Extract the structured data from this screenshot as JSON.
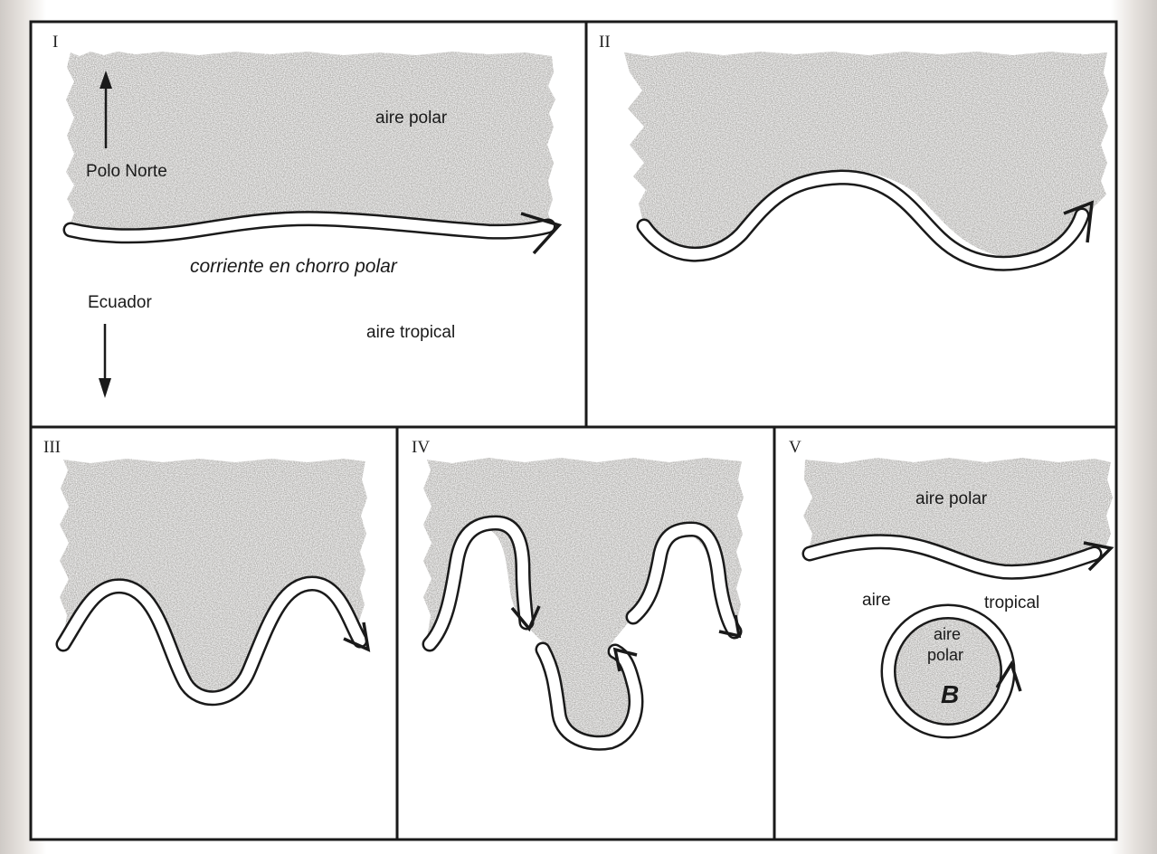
{
  "colors": {
    "polar_air": "#8d8b87",
    "frame": "#1a1a1a",
    "background": "#ffffff",
    "jet_fill": "#ffffff"
  },
  "panels": [
    {
      "numeral": "I",
      "labels": {
        "polar_air": "aire polar",
        "north_pole": "Polo Norte",
        "jet_stream": "corriente en chorro polar",
        "equator": "Ecuador",
        "tropical_air": "aire tropical"
      }
    },
    {
      "numeral": "II"
    },
    {
      "numeral": "III"
    },
    {
      "numeral": "IV"
    },
    {
      "numeral": "V",
      "labels": {
        "polar_air": "aire polar",
        "air": "aire",
        "tropical": "tropical",
        "cutoff_air": "aire",
        "cutoff_polar": "polar",
        "low_pressure": "B"
      }
    }
  ]
}
